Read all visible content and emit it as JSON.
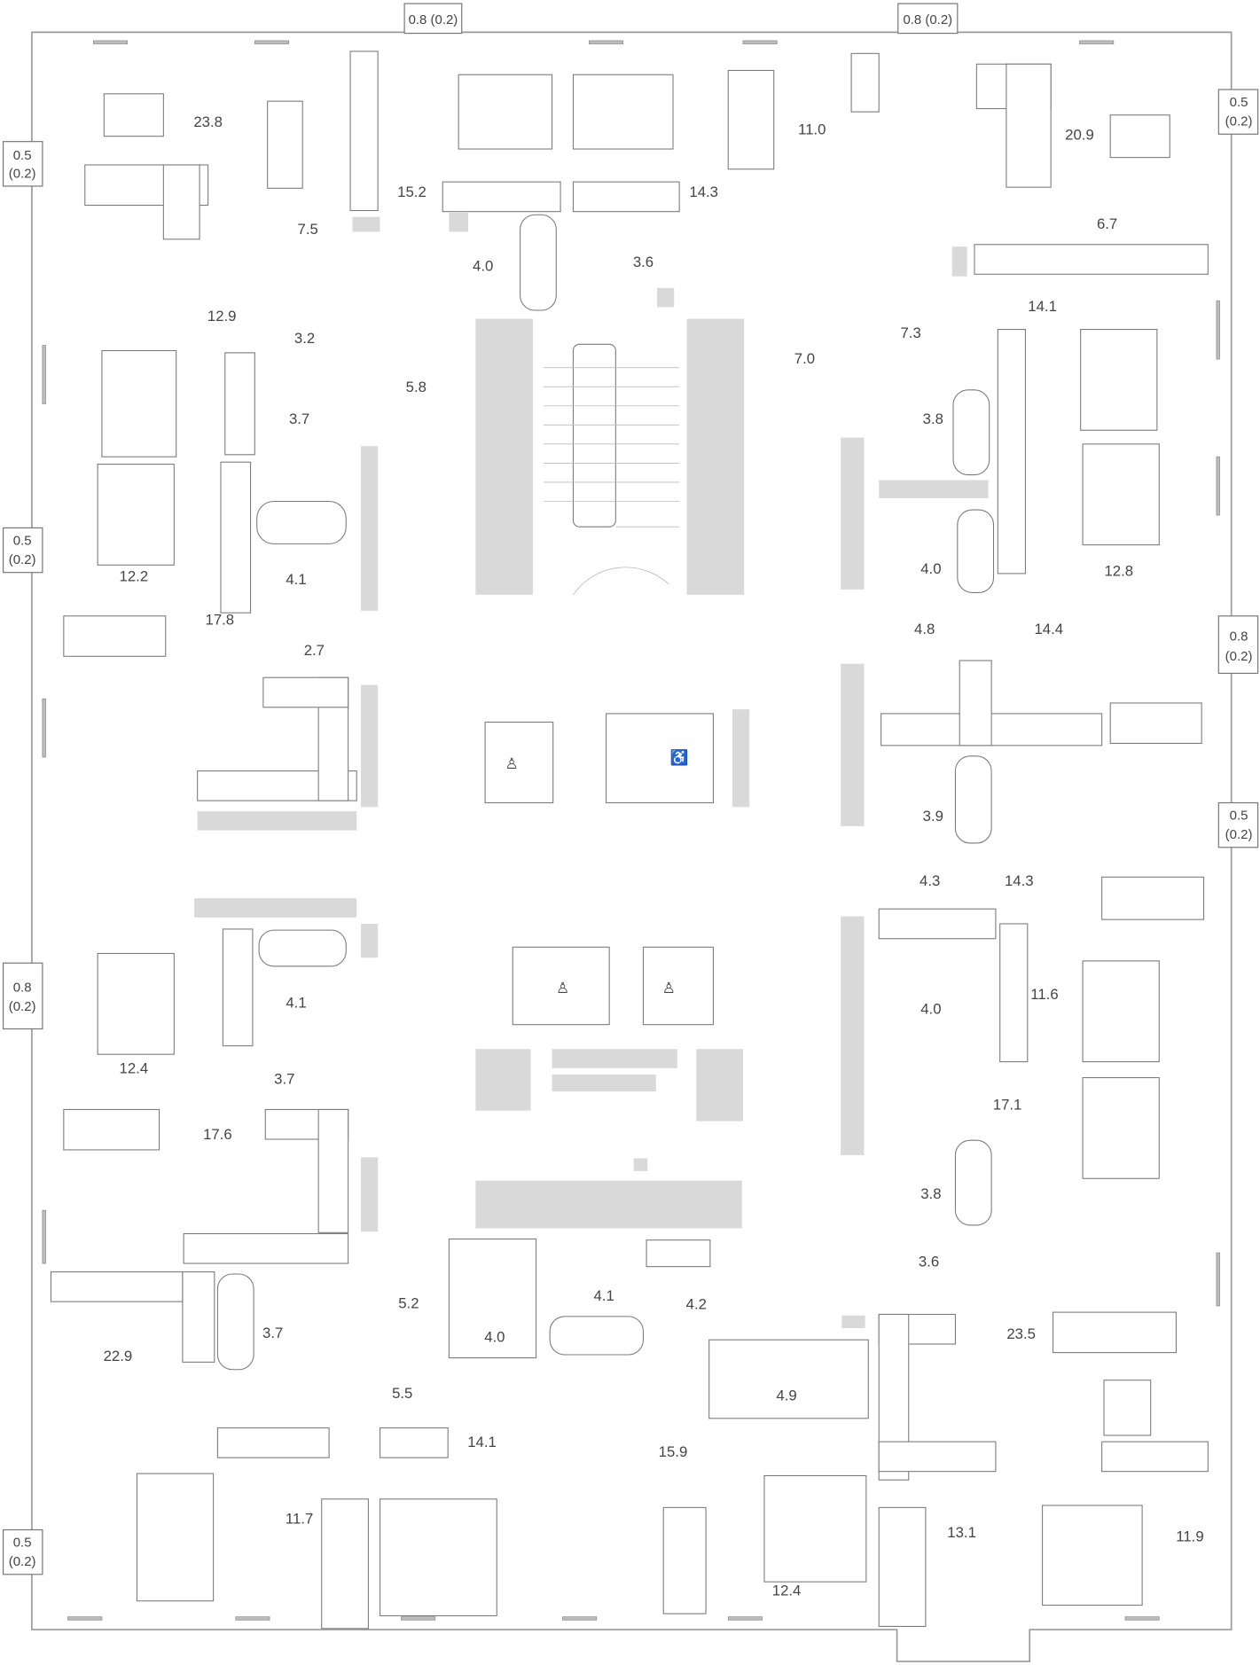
{
  "plan": {
    "windows": [
      {
        "value": "0.8",
        "sub": "(0.2)"
      },
      {
        "value": "0.8",
        "sub": "(0.2)"
      },
      {
        "value": "0.5",
        "sub": "(0.2)"
      },
      {
        "value": "0.5",
        "sub": "(0.2)"
      },
      {
        "value": "0.5",
        "sub": "(0.2)"
      },
      {
        "value": "0.8",
        "sub": "(0.2)"
      },
      {
        "value": "0.5",
        "sub": "(0.2)"
      },
      {
        "value": "0.8",
        "sub": "(0.2)"
      },
      {
        "value": "0.5",
        "sub": "(0.2)"
      }
    ],
    "rooms": [
      "23.8",
      "7.5",
      "15.2",
      "4.0",
      "3.6",
      "14.3",
      "11.0",
      "20.9",
      "6.7",
      "12.9",
      "3.2",
      "5.8",
      "7.3",
      "14.1",
      "7.0",
      "3.7",
      "3.8",
      "4.1",
      "4.0",
      "12.2",
      "12.8",
      "17.8",
      "2.7",
      "4.8",
      "14.4",
      "3.9",
      "4.3",
      "14.3",
      "4.1",
      "4.0",
      "11.6",
      "12.4",
      "3.7",
      "17.6",
      "17.1",
      "3.8",
      "3.6",
      "4.1",
      "4.2",
      "5.2",
      "3.7",
      "4.0",
      "23.5",
      "22.9",
      "4.9",
      "5.5",
      "14.1",
      "15.9",
      "11.7",
      "13.1",
      "11.9",
      "12.4"
    ],
    "colors": {
      "wall": "#9a9a9a",
      "column": "#d9d9d9",
      "text": "#444444"
    }
  }
}
